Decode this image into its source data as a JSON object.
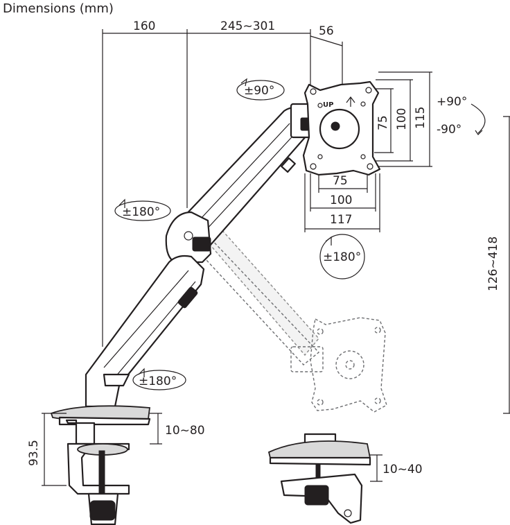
{
  "title": "Dimensions (mm)",
  "dimensions": {
    "arm_lower_span": "160",
    "arm_upper_span": "245~301",
    "vesa_depth": "56",
    "vesa_h_inner": "75",
    "vesa_h_mid": "100",
    "vesa_h_outer": "117",
    "vesa_v_inner": "75",
    "vesa_v_mid": "100",
    "vesa_v_outer": "115",
    "height_range": "126~418",
    "clamp_height": "93.5",
    "clamp_range": "10~80",
    "grommet_range": "10~40"
  },
  "rotations": {
    "top_rotation": "±90°",
    "tilt_up": "+90°",
    "tilt_down": "-90°",
    "elbow_rotation": "±180°",
    "vesa_rotation": "±180°",
    "base_rotation": "±180°"
  },
  "labels": {
    "up_mark": "UP"
  }
}
